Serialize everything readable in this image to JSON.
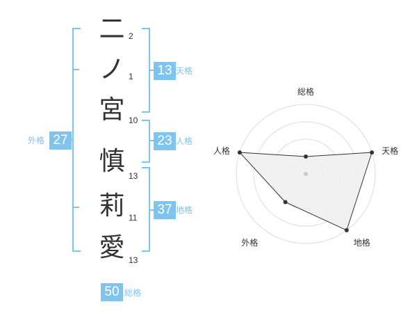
{
  "name": {
    "chars": [
      {
        "char": "二",
        "strokes": "2"
      },
      {
        "char": "ノ",
        "strokes": "1"
      },
      {
        "char": "宮",
        "strokes": "10"
      },
      {
        "char": "慎",
        "strokes": "13"
      },
      {
        "char": "莉",
        "strokes": "11"
      },
      {
        "char": "愛",
        "strokes": "13"
      }
    ]
  },
  "grades": {
    "tenkaku": {
      "value": "13",
      "label": "天格"
    },
    "jinkaku": {
      "value": "23",
      "label": "人格"
    },
    "chikaku": {
      "value": "37",
      "label": "地格"
    },
    "gaikaku": {
      "value": "27",
      "label": "外格"
    },
    "soukaku": {
      "value": "50",
      "label": "総格"
    }
  },
  "colors": {
    "accent": "#7fc4ee",
    "text": "#333333",
    "grid": "#dddddd",
    "fill": "#eeeeee"
  },
  "chart_data": {
    "type": "radar",
    "axes": [
      "総格",
      "天格",
      "地格",
      "外格",
      "人格"
    ],
    "values": [
      1,
      4,
      4,
      2,
      4
    ],
    "max": 4,
    "rings": 4
  }
}
